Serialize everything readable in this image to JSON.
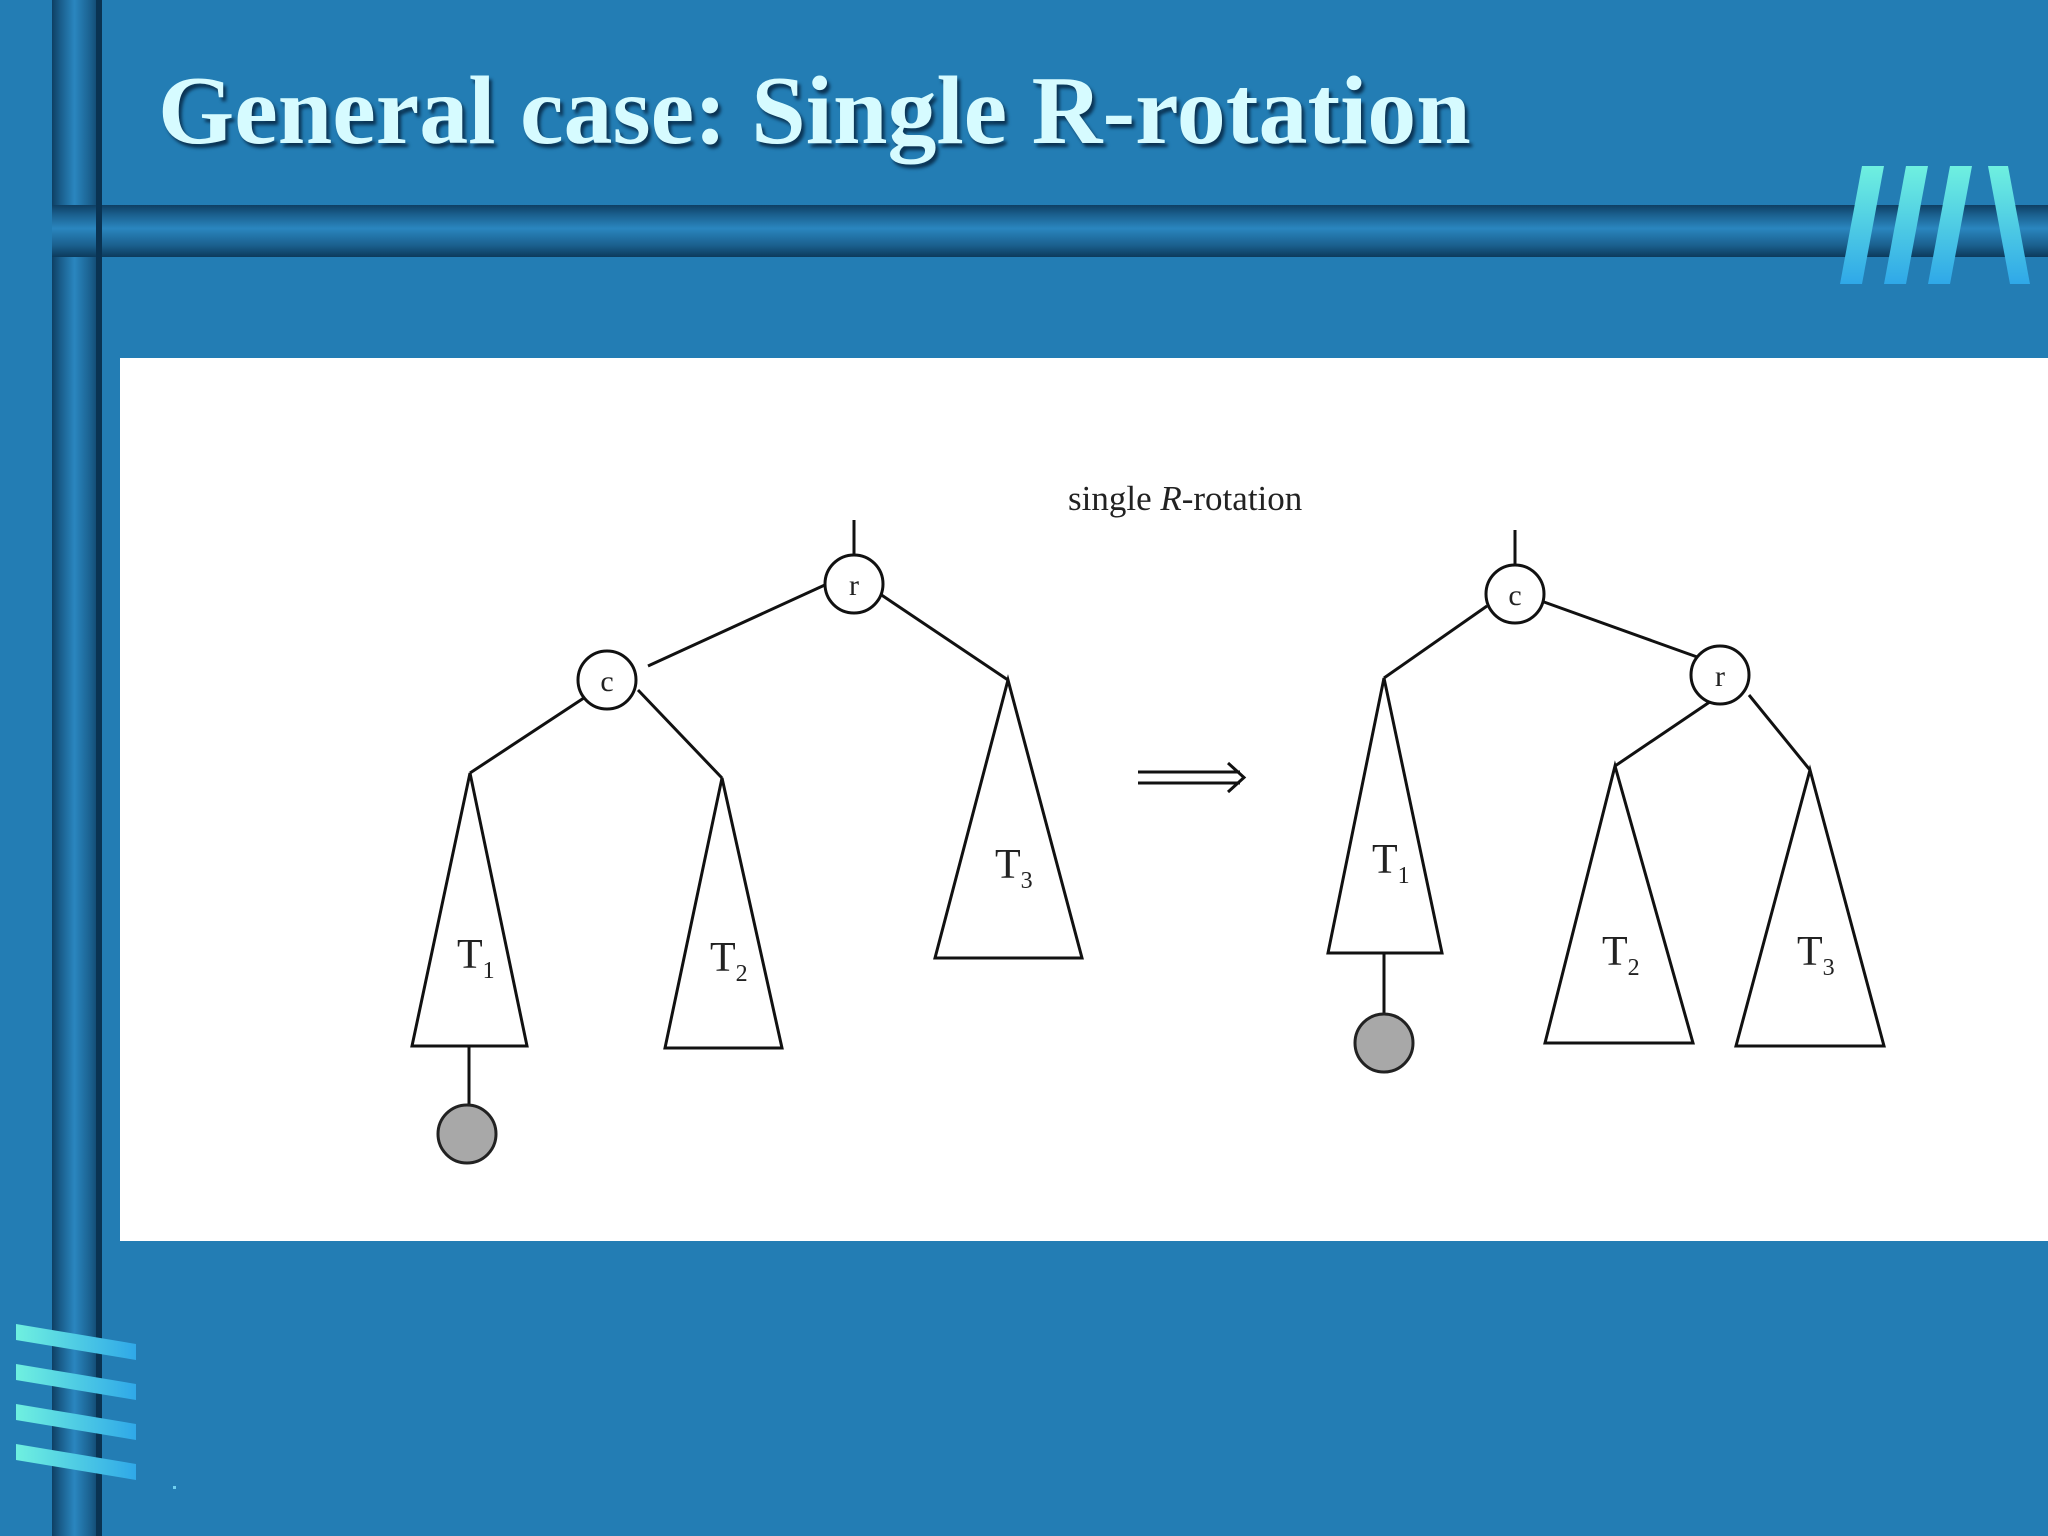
{
  "slide": {
    "title": "General case: Single R-rotation"
  },
  "diagram": {
    "caption_prefix": "single ",
    "caption_italic": "R",
    "caption_suffix": "-rotation",
    "before": {
      "root": "r",
      "left_child": "c",
      "subtrees": [
        {
          "label": "T",
          "sub": "1"
        },
        {
          "label": "T",
          "sub": "2"
        },
        {
          "label": "T",
          "sub": "3"
        }
      ]
    },
    "after": {
      "root": "c",
      "right_child": "r",
      "subtrees": [
        {
          "label": "T",
          "sub": "1"
        },
        {
          "label": "T",
          "sub": "2"
        },
        {
          "label": "T",
          "sub": "3"
        }
      ]
    }
  },
  "colors": {
    "background": "#237db4",
    "title": "#d6fbff",
    "panel": "#ffffff",
    "inserted_node": "#a8a8a8",
    "logo_gradient": [
      "#6ff0e0",
      "#2fa8e8"
    ]
  }
}
